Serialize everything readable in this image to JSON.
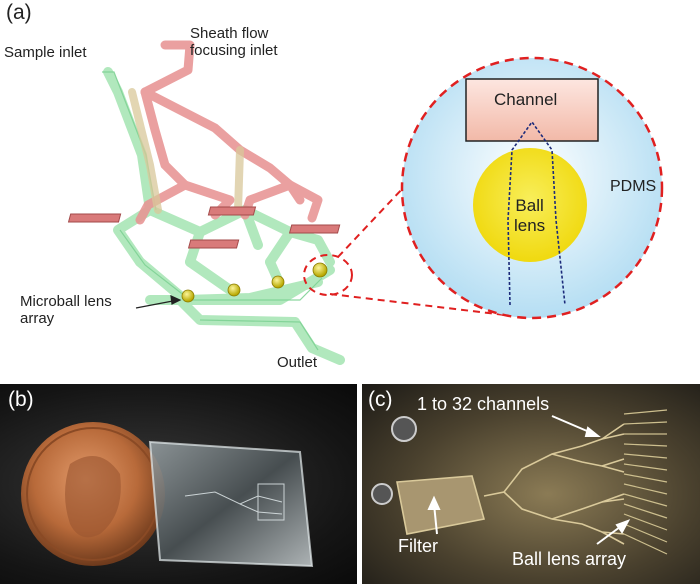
{
  "panel_a": {
    "tag": "(a)",
    "sample_inlet": "Sample inlet",
    "sheath_inlet": "Sheath flow\nfocusing inlet",
    "microball": "Microball lens\narray",
    "outlet": "Outlet",
    "inset": {
      "channel": "Channel",
      "ball_lens": "Ball\nlens",
      "pdms": "PDMS"
    }
  },
  "panel_b": {
    "tag": "(b)"
  },
  "panel_c": {
    "tag": "(c)",
    "channels": "1 to 32 channels",
    "filter": "Filter",
    "ball_lens_array": "Ball lens array"
  },
  "colors": {
    "channel_green": "#b8efc4",
    "channel_red": "#e88a8a",
    "dashed_circle": "#e02020",
    "inset_fill": "#c9e7f5",
    "ball_lens": "#f2e21a"
  }
}
